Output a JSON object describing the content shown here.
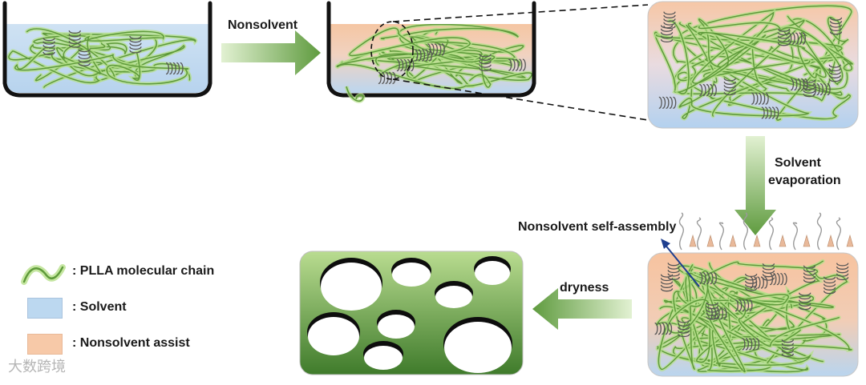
{
  "labels": {
    "nonsolvent": "Nonsolvent",
    "solvent_evaporation_line1": "Solvent",
    "solvent_evaporation_line2": "evaporation",
    "nonsolvent_self_assembly": "Nonsolvent self-assembly",
    "dryness": "dryness"
  },
  "legend": [
    {
      "key": "chain",
      "text": ": PLLA molecular chain"
    },
    {
      "key": "solvent",
      "text": ": Solvent"
    },
    {
      "key": "nonsolvent",
      "text": ": Nonsolvent assist"
    }
  ],
  "watermark": "大数跨境",
  "colors": {
    "solvent_blue": "#bcd8f0",
    "nonsolvent_peach": "#f7c9a8",
    "chain_green": "#5e9a3a",
    "chain_glow": "#b6e08a",
    "arrow_green_light": "#d7ecc2",
    "arrow_green_dark": "#5f9b3f",
    "foam_light": "#b8db8e",
    "foam_dark": "#3e7a2a"
  }
}
